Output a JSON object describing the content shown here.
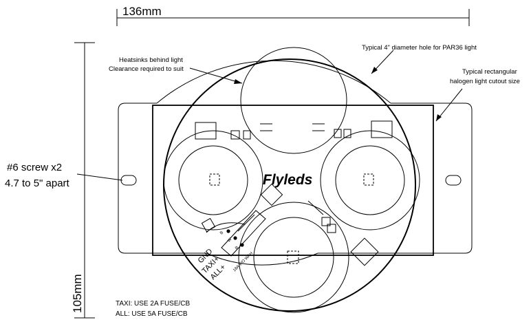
{
  "dimensions": {
    "width_label": "136mm",
    "height_label": "105mm"
  },
  "callouts": {
    "heatsinks_line1": "Heatsinks behind light",
    "heatsinks_line2": "Clearance required to suit",
    "par36_hole": "Typical 4\" diameter hole for PAR36 light",
    "halogen_line1": "Typical rectangular",
    "halogen_line2": "halogen light cutout size",
    "screw_line1": "#6 screw x2",
    "screw_line2": "4.7 to 5\" apart"
  },
  "board": {
    "logo": "Flyleds",
    "wire_labels": [
      "GND",
      "TAXI+",
      "ALL+"
    ],
    "small_marks": [
      "B",
      "W",
      "R"
    ],
    "chip_label": "18A WO WAH"
  },
  "notes": {
    "taxi_fuse": "TAXI: USE 2A FUSE/CB",
    "all_fuse": "ALL: USE 5A FUSE/CB"
  }
}
